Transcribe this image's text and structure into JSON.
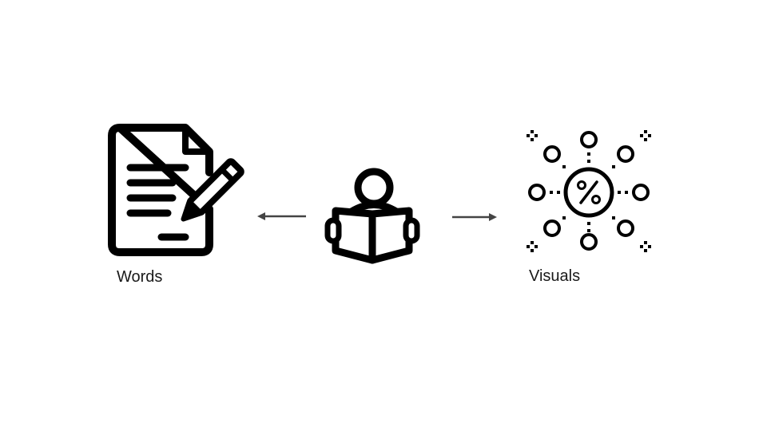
{
  "diagram": {
    "left_label": "Words",
    "right_label": "Visuals",
    "icons": {
      "left": "document-pen-icon",
      "center": "reader-icon",
      "right": "percent-network-icon"
    },
    "arrows": {
      "left": "arrow-left",
      "right": "arrow-right"
    },
    "colors": {
      "ink": "#000000",
      "arrow": "#444444",
      "background": "#ffffff"
    }
  }
}
